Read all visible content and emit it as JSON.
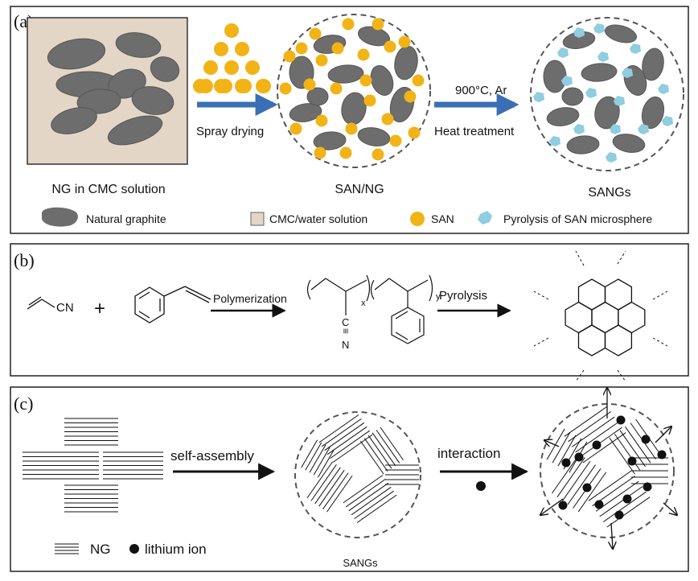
{
  "panel_a": {
    "label": "(a)",
    "spray_label": "Spray drying",
    "temp_label": "900°C, Ar",
    "heat_label": "Heat treatment",
    "caption_left": "NG in CMC solution",
    "caption_mid": "SAN/NG",
    "caption_right": "SANGs",
    "legend": {
      "graphite": "Natural  graphite",
      "cmc": "CMC/water solution",
      "san": "SAN",
      "pyrolysis": "Pyrolysis of SAN microsphere"
    },
    "colors": {
      "graphite": "#6d6d6d",
      "cmc": "#e3d6c6",
      "san": "#f2b316",
      "pyrolysis": "#8fcde0",
      "arrow": "#3a6fb5"
    }
  },
  "panel_b": {
    "label": "(b)",
    "acrylonitrile_group": "CN",
    "plus": "+",
    "polymerization": "Polymerization",
    "x_sub": "x",
    "y_sub": "y",
    "c_atom": "C",
    "triple": "≡",
    "n_atom": "N",
    "pyrolysis": "Pyrolysis"
  },
  "panel_c": {
    "label": "(c)",
    "self_assembly": "self-assembly",
    "interaction": "interaction",
    "legend_ng": "NG",
    "legend_li": "lithium ion",
    "caption": "SANGs"
  }
}
